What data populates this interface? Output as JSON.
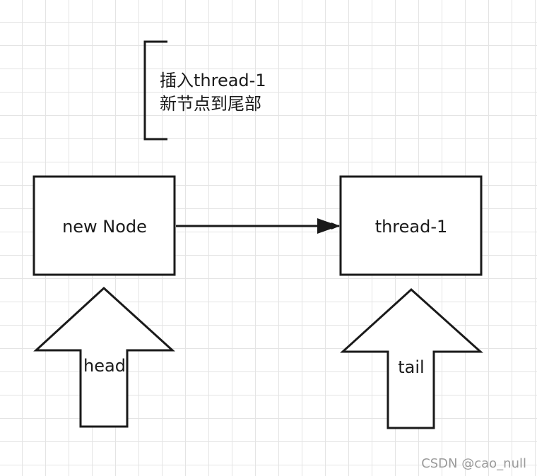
{
  "note": {
    "line1": "插入thread-1",
    "line2": "新节点到尾部"
  },
  "nodes": {
    "new_node": "new Node",
    "thread1": "thread-1"
  },
  "pointers": {
    "head": "head",
    "tail": "tail"
  },
  "watermark": "CSDN @cao_null",
  "colors": {
    "stroke": "#1a1a1a",
    "grid": "#e4e4e4",
    "watermark": "#9a9a9a"
  }
}
